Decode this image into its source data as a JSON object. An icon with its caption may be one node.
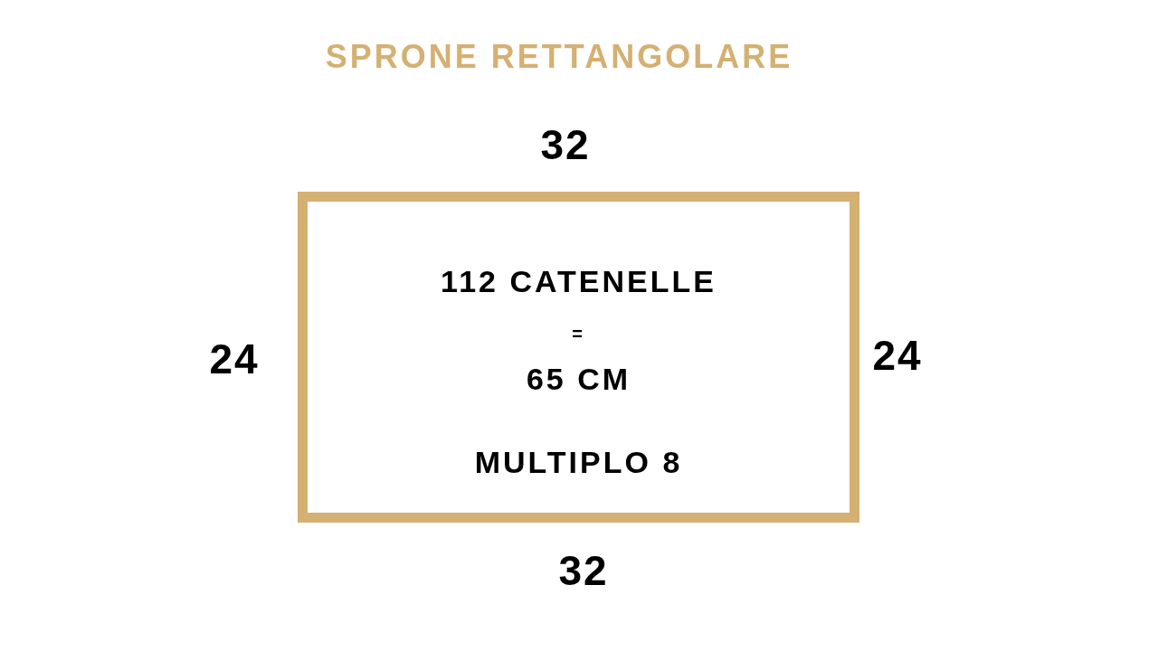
{
  "diagram": {
    "title": "SPRONE RETTANGOLARE",
    "nodes": [
      {
        "text": [
          "112 CATENELLE",
          "=",
          "65 CM",
          "MULTIPLO 8"
        ]
      }
    ],
    "labels": [
      "32",
      "24",
      "24",
      "32"
    ]
  }
}
